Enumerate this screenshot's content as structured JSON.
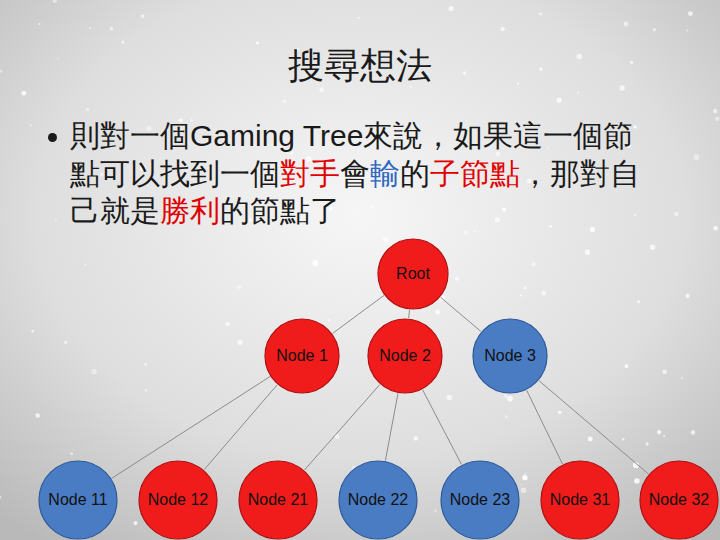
{
  "diagram": {
    "title": "搜尋想法",
    "nodes": [
      {
        "text": [
          "Root"
        ]
      },
      {
        "text": [
          "Node 1"
        ]
      },
      {
        "text": [
          "Node 2"
        ]
      },
      {
        "text": [
          "Node 3"
        ]
      },
      {
        "text": [
          "Node 11"
        ]
      },
      {
        "text": [
          "Node 12"
        ]
      },
      {
        "text": [
          "Node 21"
        ]
      },
      {
        "text": [
          "Node 22"
        ]
      },
      {
        "text": [
          "Node 23"
        ]
      },
      {
        "text": [
          "Node 31"
        ]
      },
      {
        "text": [
          "Node 32"
        ]
      }
    ],
    "edges": [
      {
        "from": 0,
        "to": 1,
        "arrow": "none"
      },
      {
        "from": 0,
        "to": 2,
        "arrow": "none"
      },
      {
        "from": 0,
        "to": 3,
        "arrow": "none"
      },
      {
        "from": 1,
        "to": 4,
        "arrow": "none"
      },
      {
        "from": 1,
        "to": 5,
        "arrow": "none"
      },
      {
        "from": 2,
        "to": 6,
        "arrow": "none"
      },
      {
        "from": 2,
        "to": 7,
        "arrow": "none"
      },
      {
        "from": 2,
        "to": 8,
        "arrow": "none"
      },
      {
        "from": 3,
        "to": 9,
        "arrow": "none"
      },
      {
        "from": 3,
        "to": 10,
        "arrow": "none"
      }
    ],
    "labels": [
      "則對一個Gaming Tree來說，如果這一個節點可以找到一個",
      "對手",
      "會",
      "輸",
      "的",
      "子節點",
      "，那對自己就是",
      "勝利",
      "的節點了"
    ]
  }
}
